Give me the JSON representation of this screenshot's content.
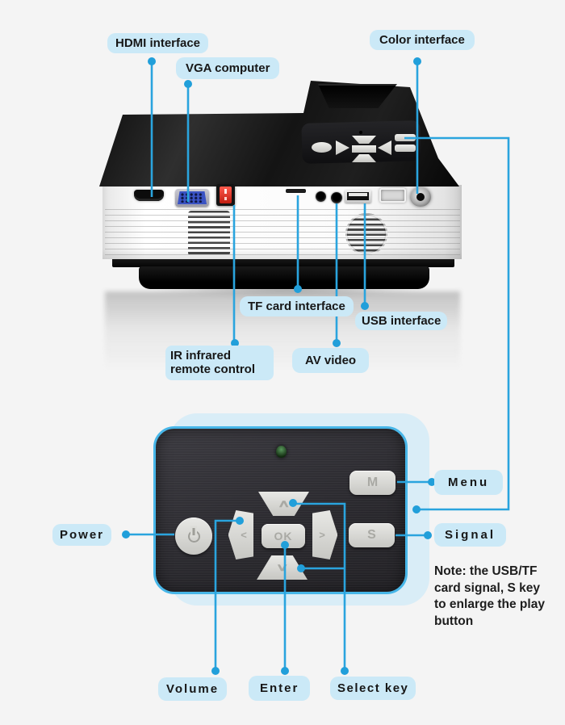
{
  "callouts": {
    "hdmi": "HDMI interface",
    "vga": "VGA computer",
    "color": "Color interface",
    "tf": "TF card interface",
    "usb": "USB interface",
    "ir": "IR infrared remote control",
    "av": "AV video",
    "menu": "Menu",
    "signal": "Signal",
    "power": "Power",
    "volume": "Volume",
    "enter": "Enter",
    "select": "Select key"
  },
  "note": "Note: the USB/TF card signal, S key to enlarge the play button",
  "remote": {
    "m": "M",
    "s": "S",
    "ok": "OK",
    "up": "∧",
    "down": "∨",
    "left": "<",
    "right": ">"
  },
  "colors": {
    "accent": "#2aa4de",
    "label_bg": "#cbe9f7",
    "panel_border": "#47b6e8"
  }
}
